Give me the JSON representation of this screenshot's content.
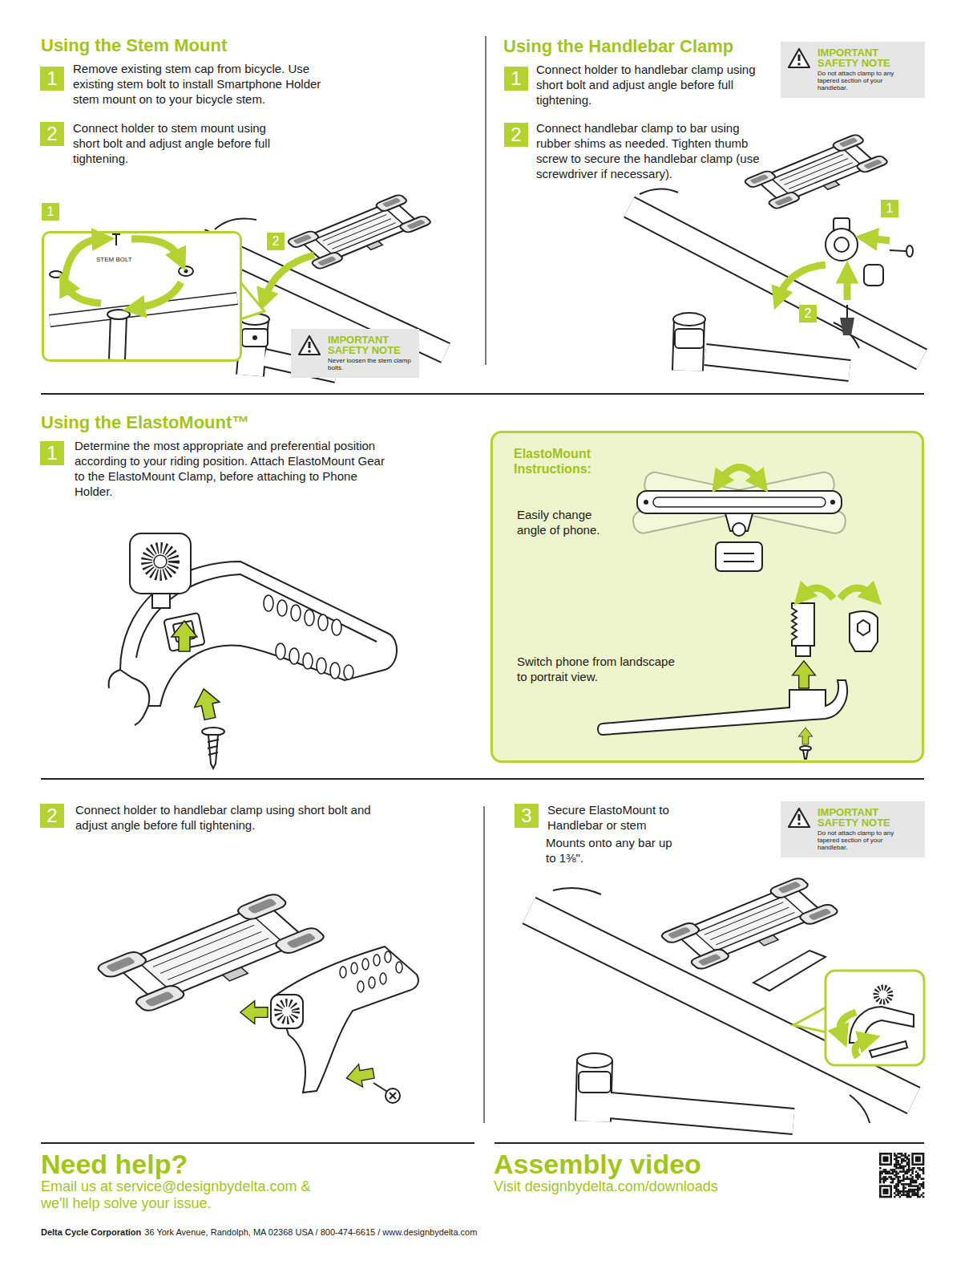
{
  "diagram": {
    "nodes": [
      {
        "text": [
          "1"
        ]
      },
      {
        "text": [
          "2"
        ]
      },
      {
        "text": [
          "1"
        ]
      },
      {
        "text": [
          "STEM BOLT"
        ]
      },
      {
        "text": [
          "2"
        ]
      },
      {
        "text": [
          "IMPORTANT SAFETY NOTE",
          "Never loosen the stem clamp bolts."
        ]
      },
      {
        "text": [
          "IMPORTANT SAFETY NOTE",
          "Do not attach clamp to any tapered section of your handlebar."
        ]
      },
      {
        "text": [
          "1"
        ]
      },
      {
        "text": [
          "2"
        ]
      },
      {
        "text": [
          "1"
        ]
      },
      {
        "text": [
          "2"
        ]
      },
      {
        "text": [
          "1"
        ]
      },
      {
        "text": [
          "ElastoMount Instructions:",
          "Easily change angle of phone.",
          "Switch phone from landscape to portrait view."
        ]
      },
      {
        "text": [
          "2"
        ]
      },
      {
        "text": [
          "3"
        ]
      },
      {
        "text": [
          "IMPORTANT SAFETY NOTE",
          "Do not attach clamp to any tapered section of your handlebar."
        ]
      }
    ],
    "labels": [
      "Using the Stem Mount",
      "Remove existing stem cap from bicycle. Use existing stem bolt to install Smartphone Holder stem mount on to your bicycle stem.",
      "Connect holder to stem mount using short bolt and adjust angle before full tightening.",
      "Using the Handlebar Clamp",
      "Connect holder to handlebar clamp using short bolt and adjust angle before full tightening.",
      "Connect handlebar clamp to bar using rubber shims as needed. Tighten thumb screw to secure the handlebar clamp (use screwdriver if necessary).",
      "Using the ElastoMount™",
      "Determine the most appropriate and preferential position according to your riding position. Attach ElastoMount Gear to the ElastoMount Clamp, before attaching to Phone Holder.",
      "Connect holder to handlebar clamp using short bolt and adjust angle before full tightening.",
      "Secure ElastoMount to Handlebar or stem",
      "Mounts onto any bar up to 1⅜\".",
      "Need help?",
      "Email us at service@designbydelta.com & we'll help solve your issue.",
      "Assembly video",
      "Visit designbydelta.com/downloads",
      "Delta Cycle Corporation",
      "36 York Avenue, Randolph, MA 02368 USA / 800-474-6615 / www.designbydelta.com"
    ]
  }
}
